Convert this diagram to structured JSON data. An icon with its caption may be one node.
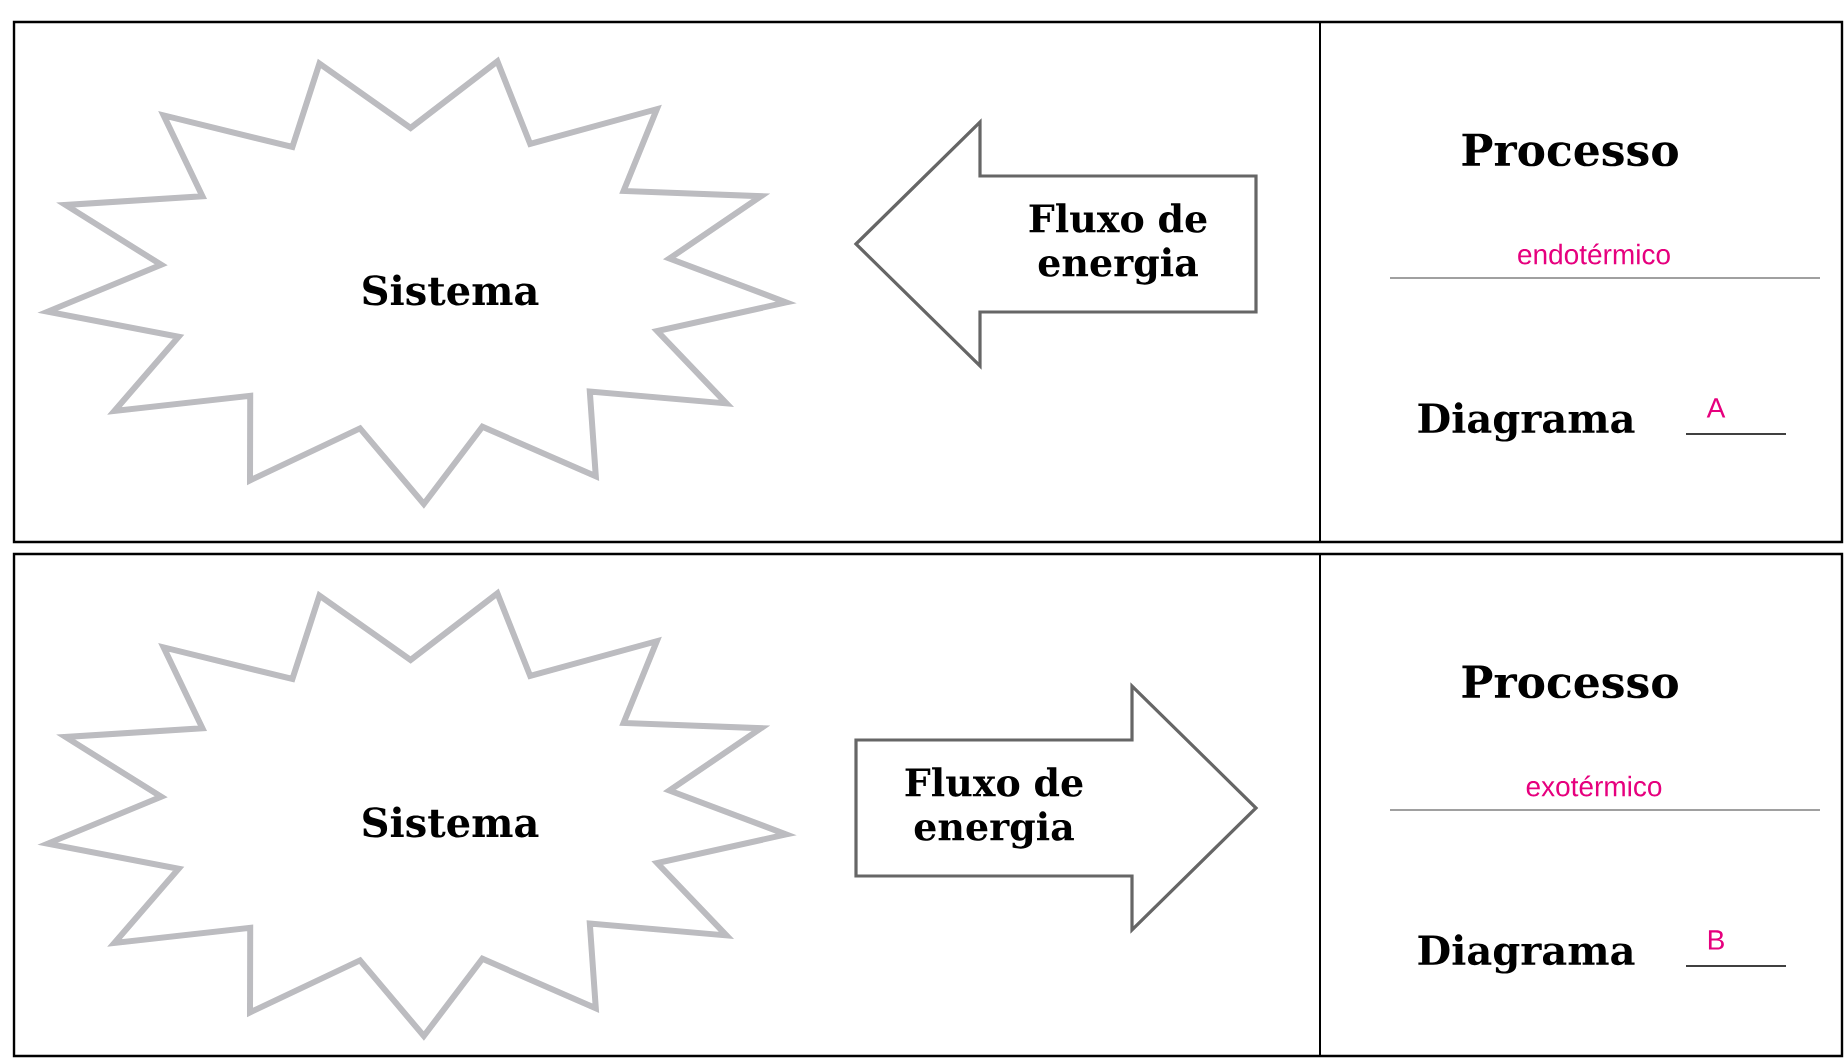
{
  "diagram": {
    "nodes": [
      {
        "text": [
          "Sistema"
        ]
      },
      {
        "text": [
          "Fluxo de energia"
        ]
      },
      {
        "text": [
          "Sistema"
        ]
      },
      {
        "text": [
          "Fluxo de energia"
        ]
      }
    ],
    "labels": [
      "Processo",
      "endotérmico",
      "Diagrama",
      "A",
      "Processo",
      "exotérmico",
      "Diagrama",
      "B"
    ]
  }
}
